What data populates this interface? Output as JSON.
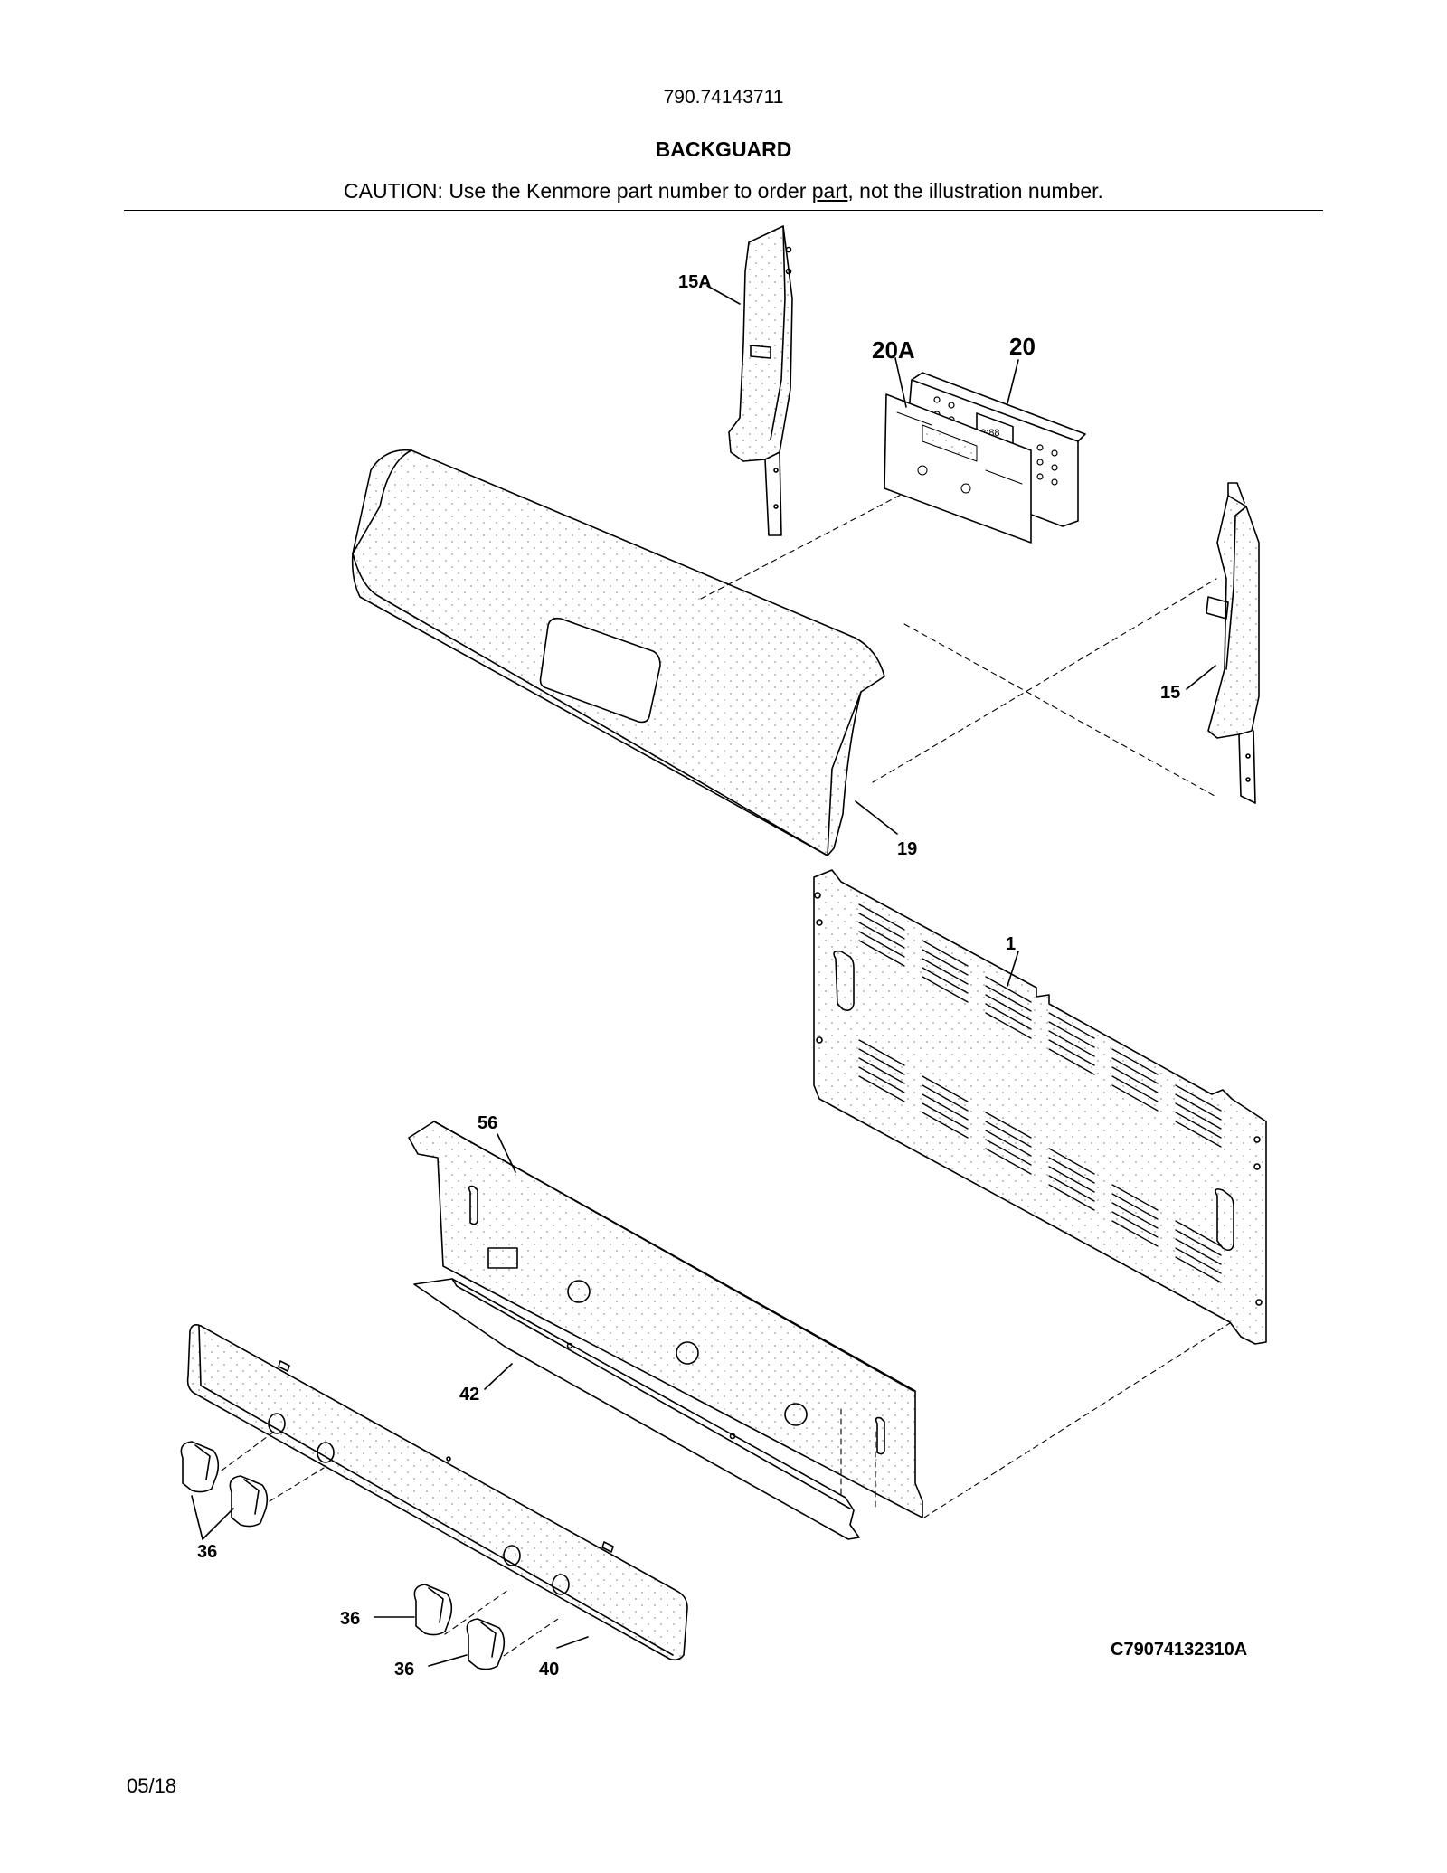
{
  "header": {
    "model_number": "790.74143711",
    "section_title": "BACKGUARD",
    "caution_prefix": "CAUTION: Use the Kenmore part number to order ",
    "caution_link": "part",
    "caution_suffix": ", not the illustration number."
  },
  "callouts": {
    "c15A": "15A",
    "c20A": "20A",
    "c20": "20",
    "c15": "15",
    "c19": "19",
    "c1": "1",
    "c56": "56",
    "c42": "42",
    "c36a": "36",
    "c36b": "36",
    "c36c": "36",
    "c40": "40"
  },
  "display_digits": "88:88",
  "figure_code": "C79074132310A",
  "footer": {
    "date": "05/18"
  }
}
